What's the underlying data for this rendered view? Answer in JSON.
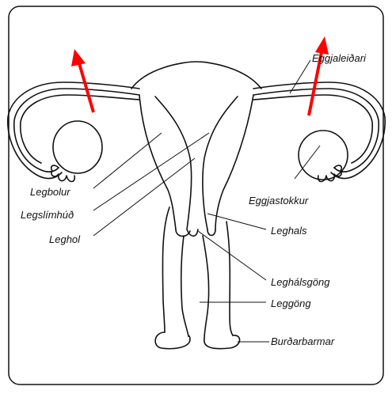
{
  "colors": {
    "ink": "#111111",
    "arrow": "#ff0000",
    "paper": "#ffffff"
  },
  "labels": {
    "eggjaleidari": "Eggjaleiðari",
    "legbolur": "Legbolur",
    "legslimhud": "Legslímhúð",
    "leghol": "Leghol",
    "eggjastokkur": "Eggjastokkur",
    "leghals": "Leghals",
    "leghalsgong": "Leghálsgöng",
    "leggong": "Leggöng",
    "burdarbarmar": "Burðarbarmar"
  }
}
